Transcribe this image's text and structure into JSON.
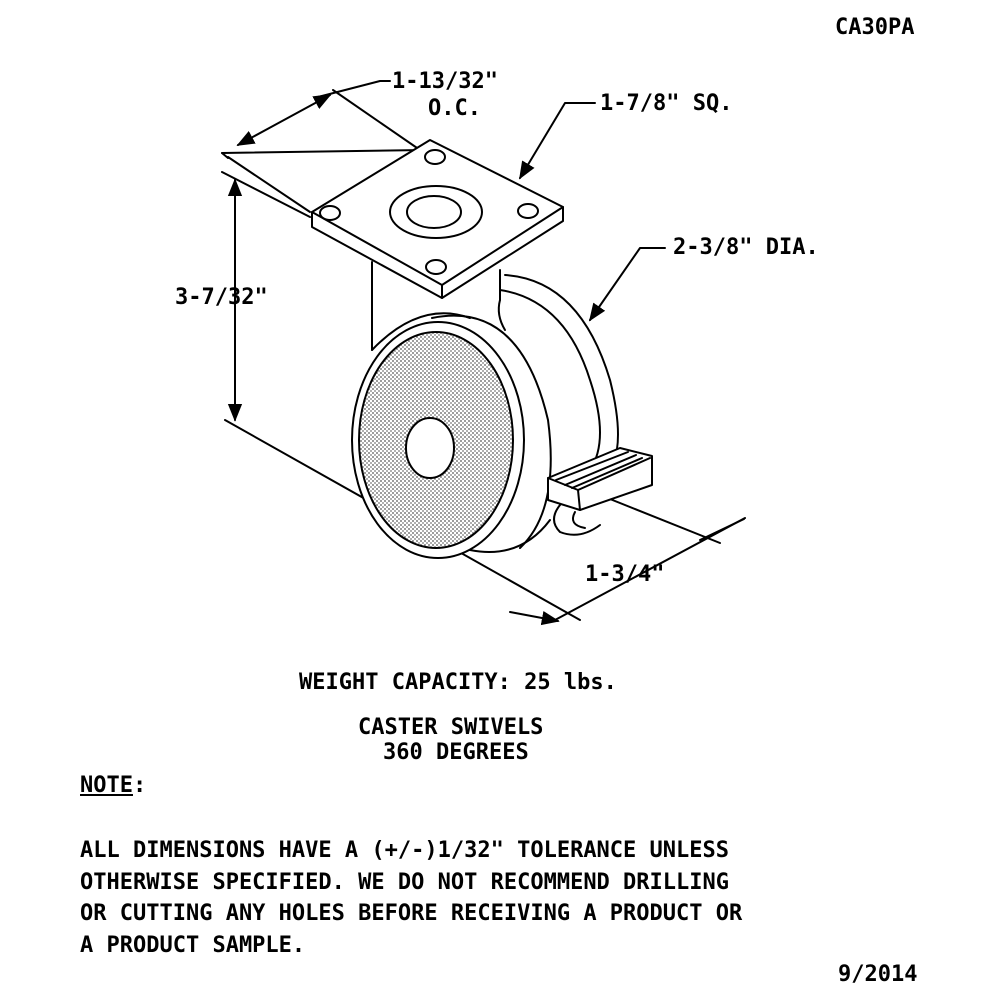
{
  "header": {
    "part_number": "CA30PA"
  },
  "dimensions": {
    "bolt_spacing": "1-13/32\"",
    "bolt_spacing_note": "O.C.",
    "plate_size": "1-7/8\" SQ.",
    "wheel_diameter": "2-3/8\" DIA.",
    "overall_height": "3-7/32\"",
    "wheel_width": "1-3/4\""
  },
  "specs": {
    "weight_capacity": "WEIGHT CAPACITY: 25 lbs.",
    "swivel_line1": "CASTER SWIVELS",
    "swivel_line2": "360 DEGREES"
  },
  "note": {
    "heading": "NOTE",
    "colon": ":",
    "lines": [
      "ALL DIMENSIONS HAVE A (+/-)1/32\" TOLERANCE UNLESS",
      "OTHERWISE SPECIFIED. WE DO NOT RECOMMEND DRILLING",
      "OR CUTTING ANY HOLES BEFORE RECEIVING A PRODUCT OR",
      "A PRODUCT SAMPLE."
    ]
  },
  "footer": {
    "date": "9/2014"
  }
}
